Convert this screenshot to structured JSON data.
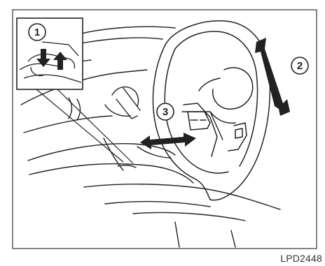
{
  "figure": {
    "code": "LPD2448",
    "callouts": [
      {
        "id": "1",
        "label": "1"
      },
      {
        "id": "2",
        "label": "2"
      },
      {
        "id": "3",
        "label": "3"
      }
    ]
  },
  "colors": {
    "line": "#222222",
    "background": "#ffffff",
    "frame": "#333333"
  }
}
